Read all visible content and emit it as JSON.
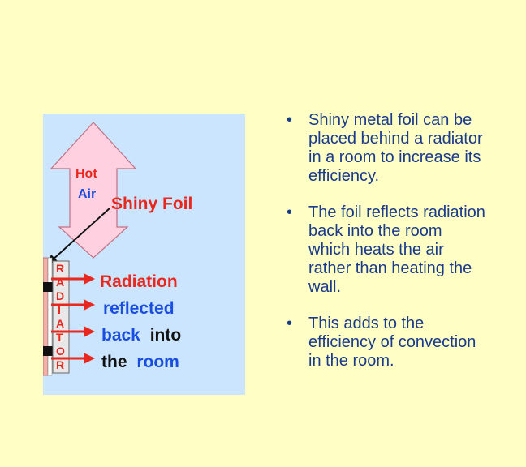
{
  "diagram": {
    "hot_air_label_1": "Hot",
    "hot_air_label_2": "Air",
    "foil_label": "Shiny Foil",
    "radiator_letters": [
      "R",
      "A",
      "D",
      "I",
      "A",
      "T",
      "O",
      "R"
    ],
    "radiation_line_1": "Radiation",
    "radiation_line_2": "reflected",
    "radiation_line_3a": "back",
    "radiation_line_3b": "into",
    "radiation_line_4a": "the",
    "radiation_line_4b": "room"
  },
  "bullets": [
    {
      "lines": [
        "Shiny metal foil can be",
        "placed behind a radiator",
        "in a room to increase its",
        "efficiency."
      ]
    },
    {
      "lines": [
        "The foil reflects radiation",
        "back into the room",
        "which heats the air",
        "rather than heating the",
        "wall."
      ]
    },
    {
      "lines": [
        "This adds to the",
        "efficiency of convection",
        "in the room."
      ]
    }
  ],
  "bullet_symbol": "•",
  "colors": {
    "background": "#ffffc5",
    "diagram_background": "#cce5ff",
    "hot_air_arrow": "#ffd0e0",
    "red_label": "#e8281e",
    "blue_label": "#1a4ee0",
    "bullet_text": "#1a3a8a"
  }
}
